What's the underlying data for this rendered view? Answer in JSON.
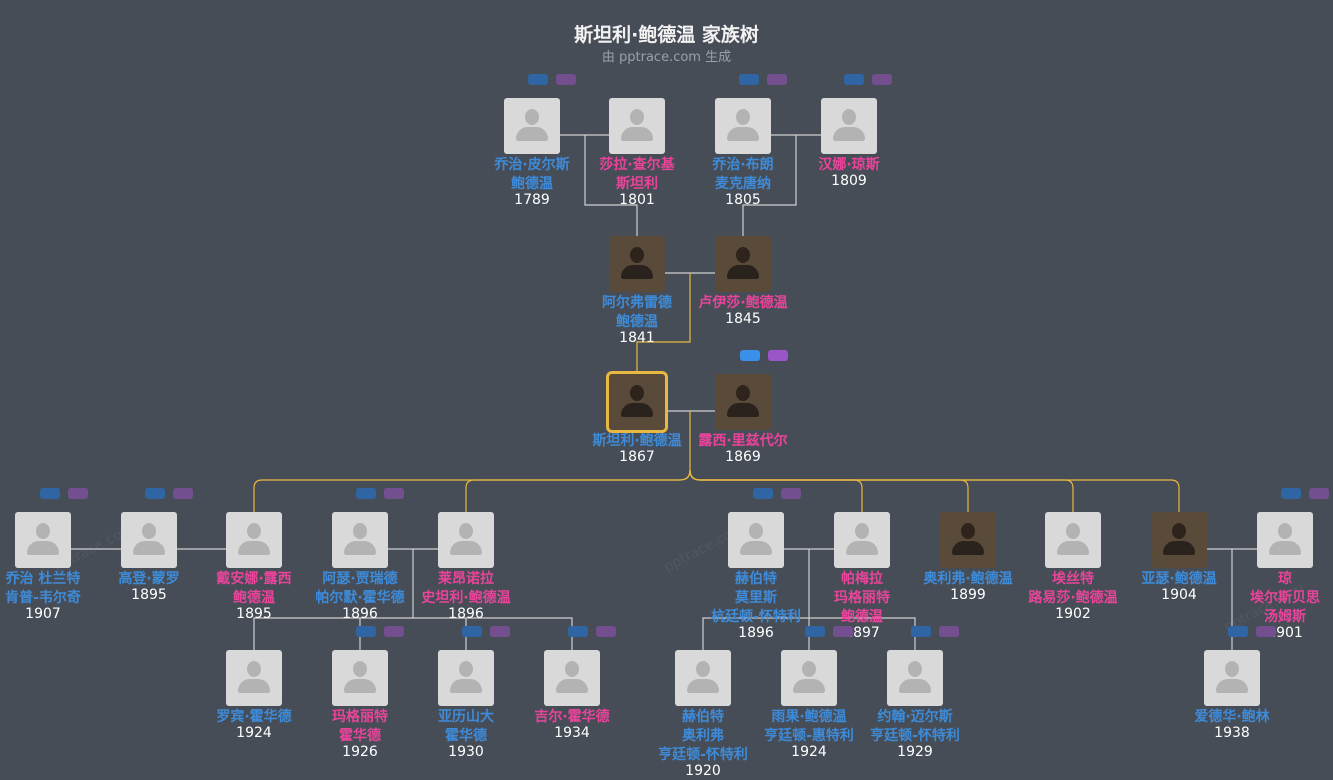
{
  "header": {
    "title": "斯坦利·鲍德温 家族树",
    "subtitle": "由 pptrace.com 生成"
  },
  "colors": {
    "male": "#3d8bd9",
    "female": "#e8449a",
    "highlight": "#e8b840",
    "line": "#cfcfcf"
  },
  "watermark": "pptrace.com",
  "people": [
    {
      "id": "g1",
      "lines": [
        "乔治·皮尔斯",
        "鲍德温"
      ],
      "year": "1789",
      "sex": "m"
    },
    {
      "id": "g2",
      "lines": [
        "莎拉·查尔基",
        "斯坦利"
      ],
      "year": "1801",
      "sex": "f"
    },
    {
      "id": "g3",
      "lines": [
        "乔治·布朗",
        "麦克唐纳"
      ],
      "year": "1805",
      "sex": "m"
    },
    {
      "id": "g4",
      "lines": [
        "汉娜·琼斯"
      ],
      "year": "1809",
      "sex": "f"
    },
    {
      "id": "p1",
      "lines": [
        "阿尔弗雷德",
        "鲍德温"
      ],
      "year": "1841",
      "sex": "m"
    },
    {
      "id": "p2",
      "lines": [
        "卢伊莎·鲍德温"
      ],
      "year": "1845",
      "sex": "f"
    },
    {
      "id": "s1",
      "lines": [
        "斯坦利·鲍德温"
      ],
      "year": "1867",
      "sex": "m"
    },
    {
      "id": "s2",
      "lines": [
        "露西·里兹代尔"
      ],
      "year": "1869",
      "sex": "f"
    },
    {
      "id": "c1",
      "lines": [
        "乔治 杜兰特",
        "肯普-韦尔奇"
      ],
      "year": "1907",
      "sex": "m"
    },
    {
      "id": "c2",
      "lines": [
        "高登·蒙罗"
      ],
      "year": "1895",
      "sex": "m"
    },
    {
      "id": "c3",
      "lines": [
        "戴安娜·露西",
        "鲍德温"
      ],
      "year": "1895",
      "sex": "f"
    },
    {
      "id": "c4",
      "lines": [
        "阿瑟·贾瑞德",
        "帕尔默·霍华德"
      ],
      "year": "1896",
      "sex": "m"
    },
    {
      "id": "c5",
      "lines": [
        "莱昂诺拉",
        "史坦利·鲍德温"
      ],
      "year": "1896",
      "sex": "f"
    },
    {
      "id": "c6",
      "lines": [
        "赫伯特",
        "莫里斯",
        "杭廷顿-怀特利"
      ],
      "year": "1896",
      "sex": "m"
    },
    {
      "id": "c7",
      "lines": [
        "帕梅拉",
        "玛格丽特",
        "鲍德温"
      ],
      "year": "1897",
      "sex": "f"
    },
    {
      "id": "c8",
      "lines": [
        "奥利弗·鲍德温"
      ],
      "year": "1899",
      "sex": "m"
    },
    {
      "id": "c9",
      "lines": [
        "埃丝特",
        "路易莎·鲍德温"
      ],
      "year": "1902",
      "sex": "f"
    },
    {
      "id": "c10",
      "lines": [
        "亚瑟·鲍德温"
      ],
      "year": "1904",
      "sex": "m"
    },
    {
      "id": "c11",
      "lines": [
        "琼",
        "埃尔斯贝思",
        "汤姆斯"
      ],
      "year": "1901",
      "sex": "f"
    },
    {
      "id": "d1",
      "lines": [
        "罗宾·霍华德"
      ],
      "year": "1924",
      "sex": "m"
    },
    {
      "id": "d2",
      "lines": [
        "玛格丽特",
        "霍华德"
      ],
      "year": "1926",
      "sex": "f"
    },
    {
      "id": "d3",
      "lines": [
        "亚历山大",
        "霍华德"
      ],
      "year": "1930",
      "sex": "m"
    },
    {
      "id": "d4",
      "lines": [
        "吉尔·霍华德"
      ],
      "year": "1934",
      "sex": "f"
    },
    {
      "id": "d5",
      "lines": [
        "赫伯特",
        "奥利弗",
        "亨廷顿-怀特利"
      ],
      "year": "1920",
      "sex": "m"
    },
    {
      "id": "d6",
      "lines": [
        "雨果·鲍德温",
        "亨廷顿-惠特利"
      ],
      "year": "1924",
      "sex": "m"
    },
    {
      "id": "d7",
      "lines": [
        "约翰·迈尔斯",
        "亨廷顿-怀特利"
      ],
      "year": "1929",
      "sex": "m"
    },
    {
      "id": "d8",
      "lines": [
        "爱德华·鲍林"
      ],
      "year": "1938",
      "sex": "m"
    }
  ]
}
